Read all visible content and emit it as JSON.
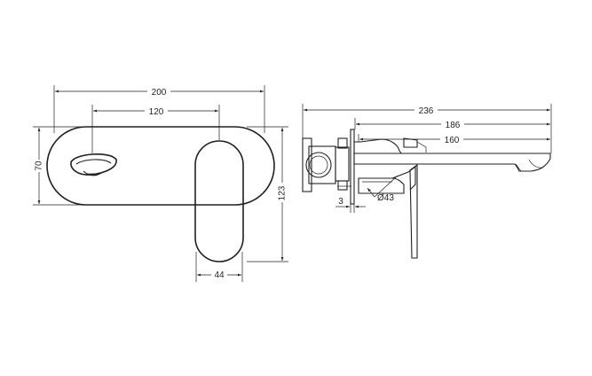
{
  "front_view": {
    "width": "200",
    "hole_spacing": "120",
    "height": "70",
    "total_height": "123",
    "lever_width": "44"
  },
  "side_view": {
    "overall_length": "236",
    "spout_reach": "186",
    "spout_length": "160",
    "plate_offset": "3",
    "diameter": "Ø43"
  }
}
